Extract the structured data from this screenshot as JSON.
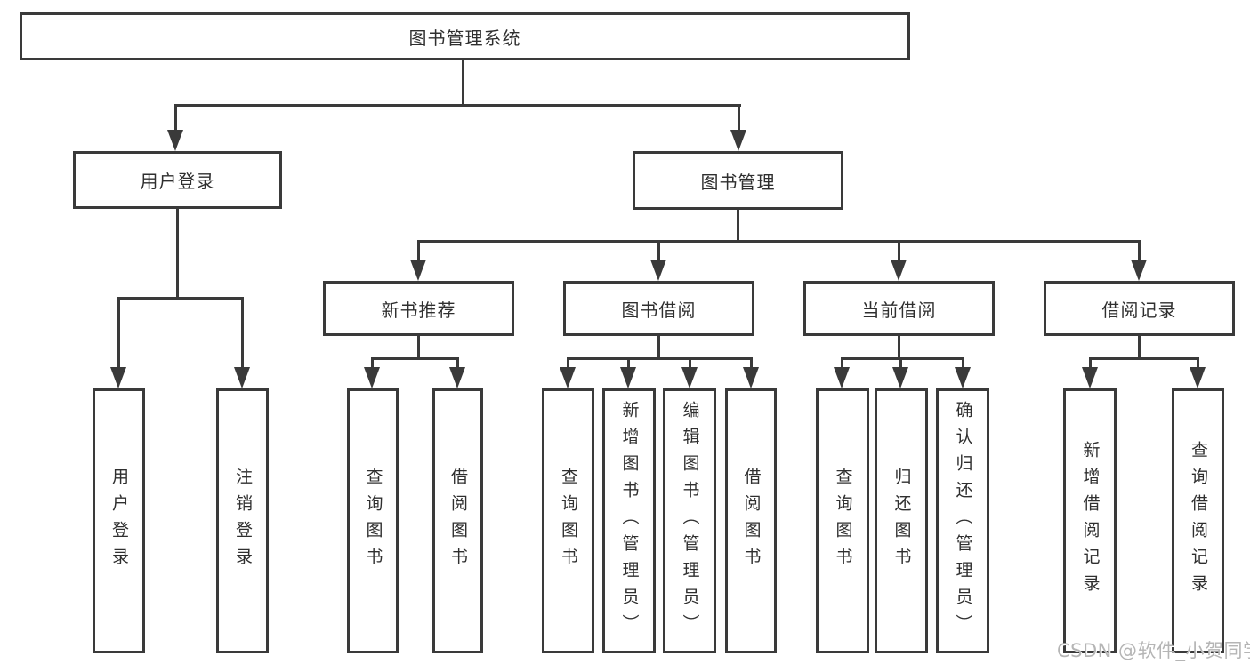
{
  "diagram_type": "hierarchy-tree",
  "colors": {
    "line": "#3a3a3a",
    "text": "#2f2f2f",
    "background": "#ffffff",
    "watermark": "#b5b5b5"
  },
  "tree": {
    "label": "图书管理系统",
    "children": [
      {
        "label": "用户登录",
        "children": [
          {
            "label": "用户登录"
          },
          {
            "label": "注销登录"
          }
        ]
      },
      {
        "label": "图书管理",
        "children": [
          {
            "label": "新书推荐",
            "children": [
              {
                "label": "查询图书"
              },
              {
                "label": "借阅图书"
              }
            ]
          },
          {
            "label": "图书借阅",
            "children": [
              {
                "label": "查询图书"
              },
              {
                "label": "新增图书（管理员）"
              },
              {
                "label": "编辑图书（管理员）"
              },
              {
                "label": "借阅图书"
              }
            ]
          },
          {
            "label": "当前借阅",
            "children": [
              {
                "label": "查询图书"
              },
              {
                "label": "归还图书"
              },
              {
                "label": "确认归还（管理员）"
              }
            ]
          },
          {
            "label": "借阅记录",
            "children": [
              {
                "label": "新增借阅记录"
              },
              {
                "label": "查询借阅记录"
              }
            ]
          }
        ]
      }
    ]
  },
  "watermark": {
    "text": "CSDN @软件_小贺同学"
  }
}
